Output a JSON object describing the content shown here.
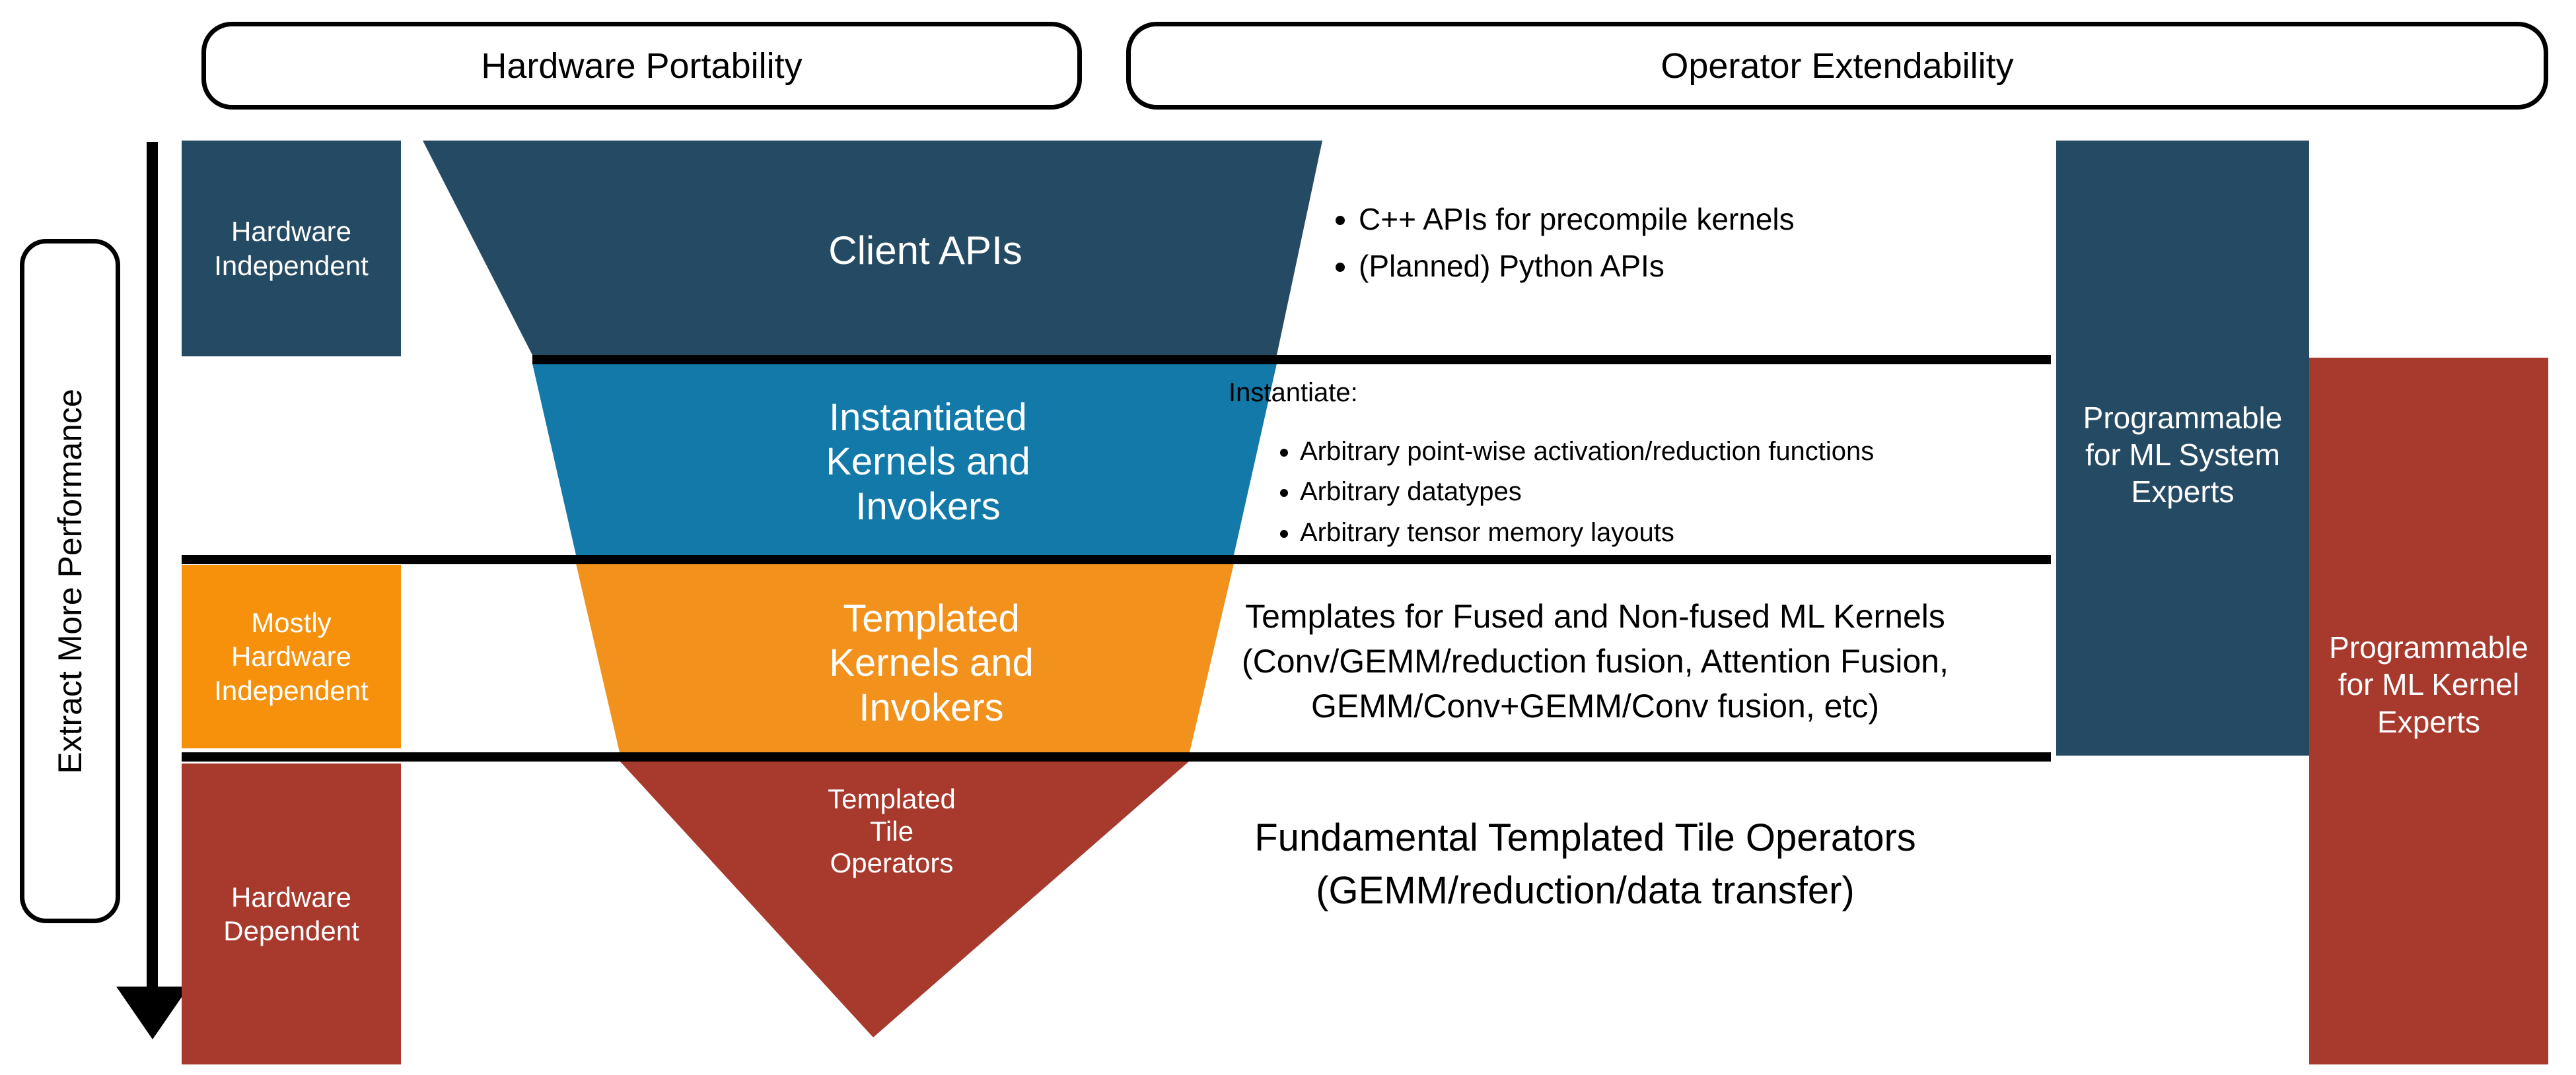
{
  "headers": {
    "hardware_portability": "Hardware Portability",
    "operator_extendability": "Operator Extendability"
  },
  "axis": {
    "label": "Extract More Performance",
    "direction_icon": "down-arrow-icon"
  },
  "left_column": {
    "items": [
      {
        "label": "Hardware\nIndependent",
        "color": "#254a63"
      },
      {
        "label": "Mostly\nHardware\nIndependent",
        "color": "#f7910b"
      },
      {
        "label": "Hardware\nDependent",
        "color": "#a7392d"
      }
    ]
  },
  "funnel": {
    "layers": [
      {
        "name": "client-apis",
        "label": "Client APIs",
        "color": "#254a63"
      },
      {
        "name": "instantiated-kernels",
        "label": "Instantiated\nKernels and\nInvokers",
        "color": "#1279a8"
      },
      {
        "name": "templated-kernels",
        "label": "Templated\nKernels and\nInvokers",
        "color": "#f2911c"
      },
      {
        "name": "templated-tile-operators",
        "label": "Templated\nTile\nOperators",
        "color": "#a7392d"
      }
    ]
  },
  "details": {
    "client_apis_bullets": [
      "C++ APIs for precompile kernels",
      "(Planned) Python APIs"
    ],
    "instantiate_heading": "Instantiate:",
    "instantiate_bullets": [
      "Arbitrary point-wise activation/reduction functions",
      "Arbitrary datatypes",
      "Arbitrary tensor memory layouts"
    ],
    "templated_kernels_text": "Templates for Fused and Non-fused ML Kernels\n(Conv/GEMM/reduction fusion, Attention Fusion,\nGEMM/Conv+GEMM/Conv fusion, etc)",
    "tile_operators_text": "Fundamental Templated Tile Operators\n(GEMM/reduction/data transfer)"
  },
  "audience_blocks": {
    "system_experts": {
      "label": "Programmable\nfor ML System\nExperts",
      "color": "#254a63"
    },
    "kernel_experts": {
      "label": "Programmable\nfor ML Kernel\nExperts",
      "color": "#a7392d"
    }
  },
  "colors": {
    "dark_blue": "#254a63",
    "mid_blue": "#1279a8",
    "orange": "#f2911c",
    "orange_bar": "#f7910b",
    "red": "#a7392d",
    "outline": "#000000",
    "background": "#ffffff"
  }
}
